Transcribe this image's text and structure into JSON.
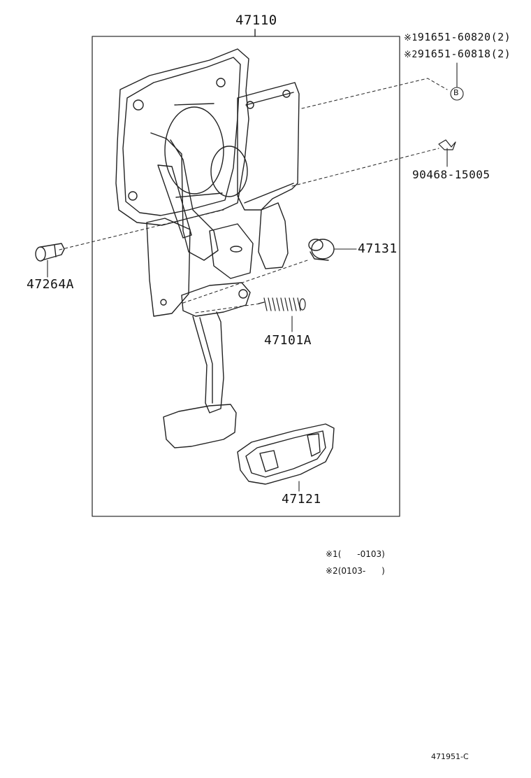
{
  "assembly": {
    "part_no": "47110"
  },
  "parts": {
    "p47264A": "47264A",
    "p47131": "47131",
    "p47101A": "47101A",
    "p47121": "47121",
    "p90468": "90468-15005"
  },
  "bolts": [
    {
      "mark": "※1",
      "part": "91651-60820",
      "qty": "(2)"
    },
    {
      "mark": "※2",
      "part": "91651-60818",
      "qty": "(2)"
    }
  ],
  "callout": {
    "letter": "B"
  },
  "notes": [
    {
      "mark": "※1",
      "range": "(      -0103)"
    },
    {
      "mark": "※2",
      "range": "(0103-      )"
    }
  ],
  "figure_code": "471951-C"
}
